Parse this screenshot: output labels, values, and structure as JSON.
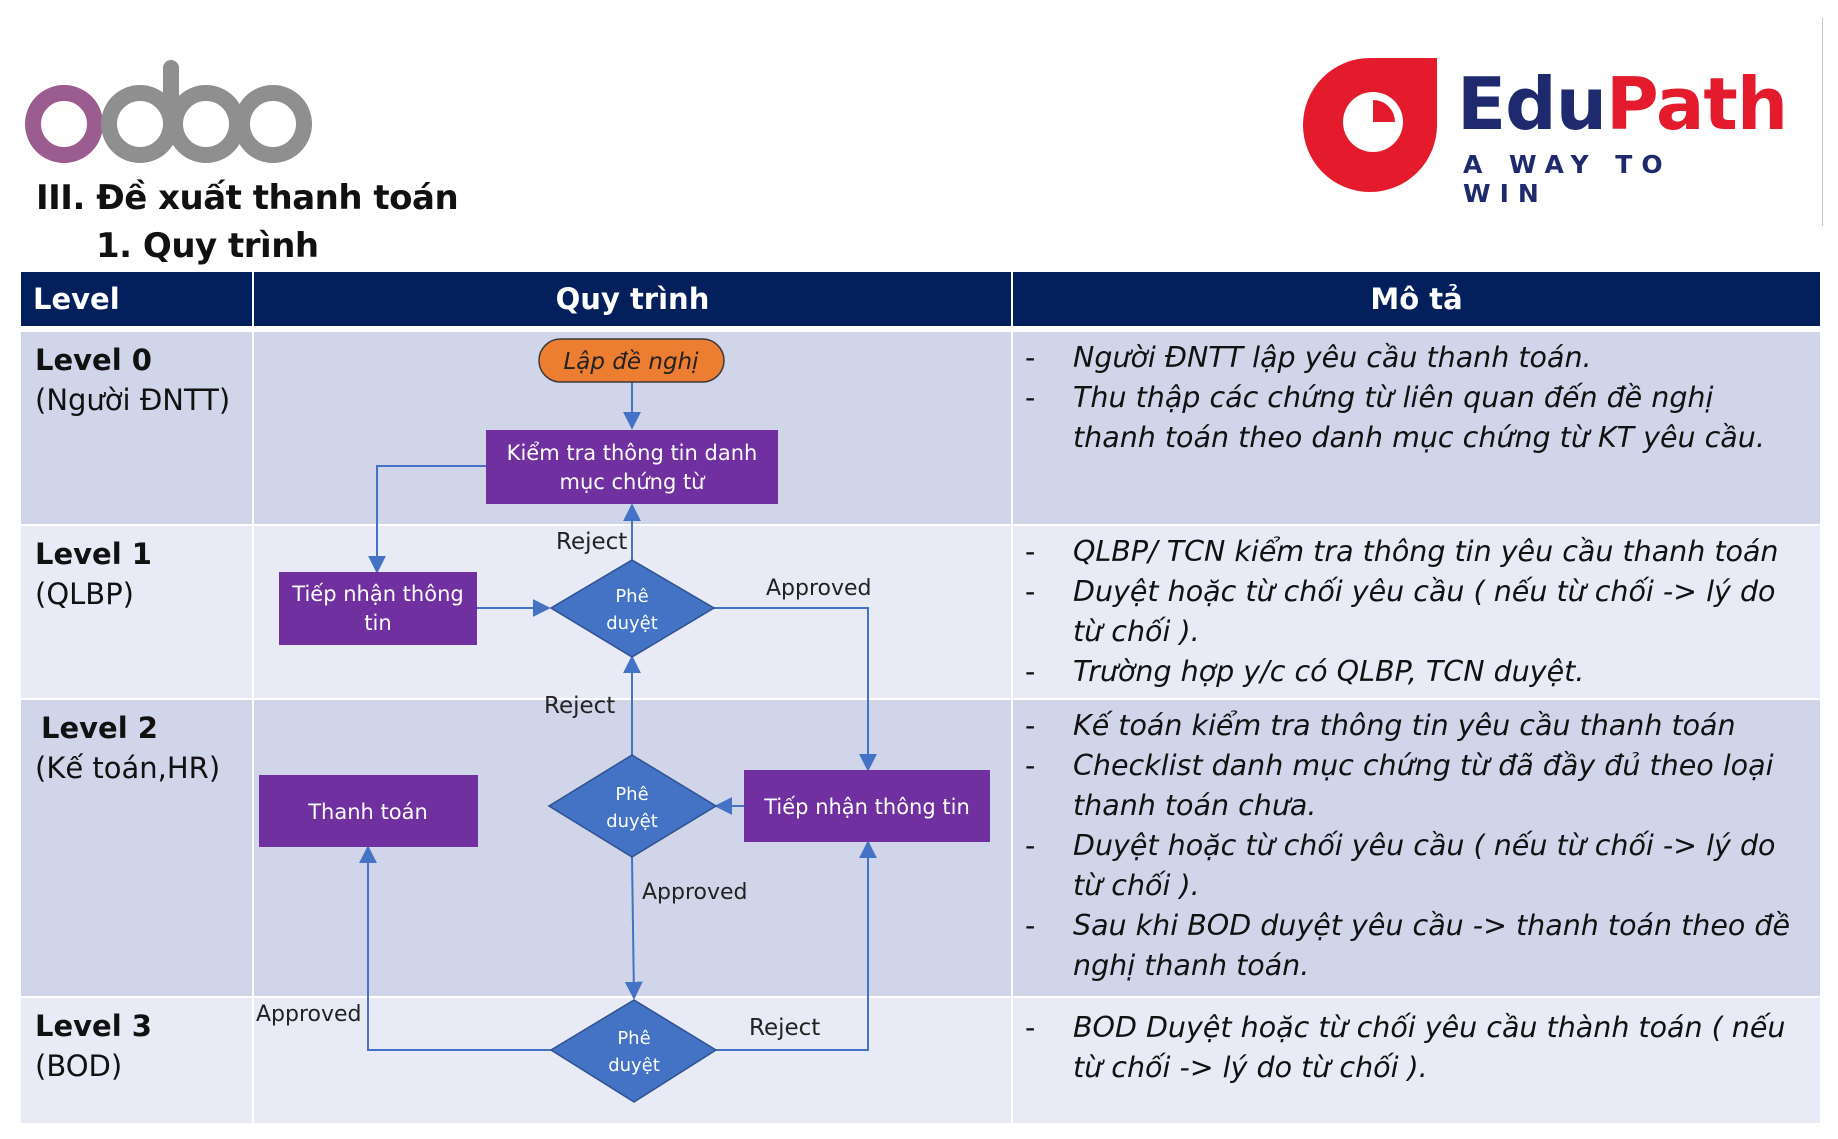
{
  "brand": {
    "odoo_logo_text": "odoo",
    "edupath_word1": "Edu",
    "edupath_word2": "Path",
    "edupath_tagline": "A WAY TO WIN",
    "colors": {
      "odoo_purple": "#9b5c8f",
      "odoo_gray": "#8f8f8f",
      "edupath_red": "#e31b2c",
      "edupath_navy": "#1f2a6e"
    }
  },
  "section_title": "III. Đề xuất thanh toán",
  "subsection_title": "1. Quy trình",
  "table": {
    "headers": {
      "level": "Level",
      "process": "Quy trình",
      "description": "Mô tả"
    },
    "rows": [
      {
        "level": "Level 0",
        "role": "(Người ĐNTT)",
        "description": [
          "Người ĐNTT lập yêu cầu thanh toán.",
          "Thu thập các chứng từ liên quan đến đề nghị thanh toán theo danh mục chứng từ KT yêu cầu."
        ]
      },
      {
        "level": "Level 1",
        "role": "(QLBP)",
        "description": [
          "QLBP/ TCN kiểm tra thông tin yêu cầu thanh toán",
          "Duyệt hoặc từ chối yêu cầu ( nếu từ chối -> lý do từ chối ).",
          "Trường hợp y/c có QLBP, TCN duyệt."
        ]
      },
      {
        "level": "Level 2",
        "role": "(Kế toán,HR)",
        "description": [
          "Kế toán kiểm tra thông tin yêu cầu thanh toán",
          "Checklist danh mục chứng từ đã đầy đủ theo loại thanh toán chưa.",
          "Duyệt hoặc từ chối yêu cầu ( nếu từ chối -> lý do từ chối ).",
          "Sau khi BOD duyệt yêu cầu -> thanh toán theo đề nghị thanh toán."
        ]
      },
      {
        "level": "Level 3",
        "role": "(BOD)",
        "description": [
          "BOD Duyệt hoặc từ chối yêu cầu thành toán ( nếu từ chối -> lý do từ chối )."
        ]
      }
    ]
  },
  "flowchart": {
    "start": "Lập đề nghị",
    "check_docs": [
      "Kiểm tra thông tin danh",
      "mục chứng từ"
    ],
    "receive_l1": [
      "Tiếp nhận thông",
      "tin"
    ],
    "approve_l1": [
      "Phê",
      "duyệt"
    ],
    "receive_l2": "Tiếp nhận thông tin",
    "approve_l2": [
      "Phê",
      "duyệt"
    ],
    "pay": "Thanh toán",
    "approve_l3": [
      "Phê",
      "duyệt"
    ],
    "label_reject_1": "Reject",
    "label_approved_1": "Approved",
    "label_reject_2": "Reject",
    "label_approved_2": "Approved",
    "label_approved_3": "Approved",
    "label_reject_3": "Reject",
    "colors": {
      "process_box": "#7030a0",
      "decision": "#4472c4",
      "start": "#ed7d31",
      "arrow": "#4472c4"
    }
  }
}
